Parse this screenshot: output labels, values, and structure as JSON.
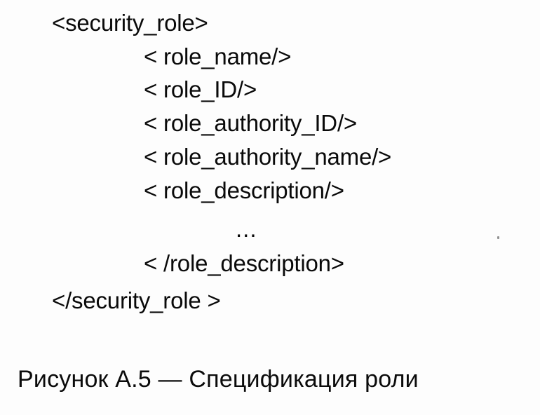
{
  "document": {
    "background_color": "#ffffff",
    "text_color": "#000000",
    "language": "ru"
  },
  "code_block": {
    "name": "xml-specification-snippet",
    "lines": [
      {
        "text": "<security_role>",
        "indent": 0
      },
      {
        "text": "< role_name/>",
        "indent": 1
      },
      {
        "text": "< role_ID/>",
        "indent": 1
      },
      {
        "text": "< role_authority_ID/>",
        "indent": 1
      },
      {
        "text": "< role_authority_name/>",
        "indent": 1
      },
      {
        "text": "< role_description/>",
        "indent": 1
      },
      {
        "text": "...",
        "indent": 2
      },
      {
        "text": "< /role_description>",
        "indent": 1
      },
      {
        "text": "</security_role >",
        "indent": 0
      }
    ]
  },
  "caption": {
    "full_text": "Рисунок А.5 — Спецификация роли",
    "label": "Рисунок А.5",
    "dash": "—",
    "title": "Спецификация роли",
    "figure_number": "А.5"
  }
}
